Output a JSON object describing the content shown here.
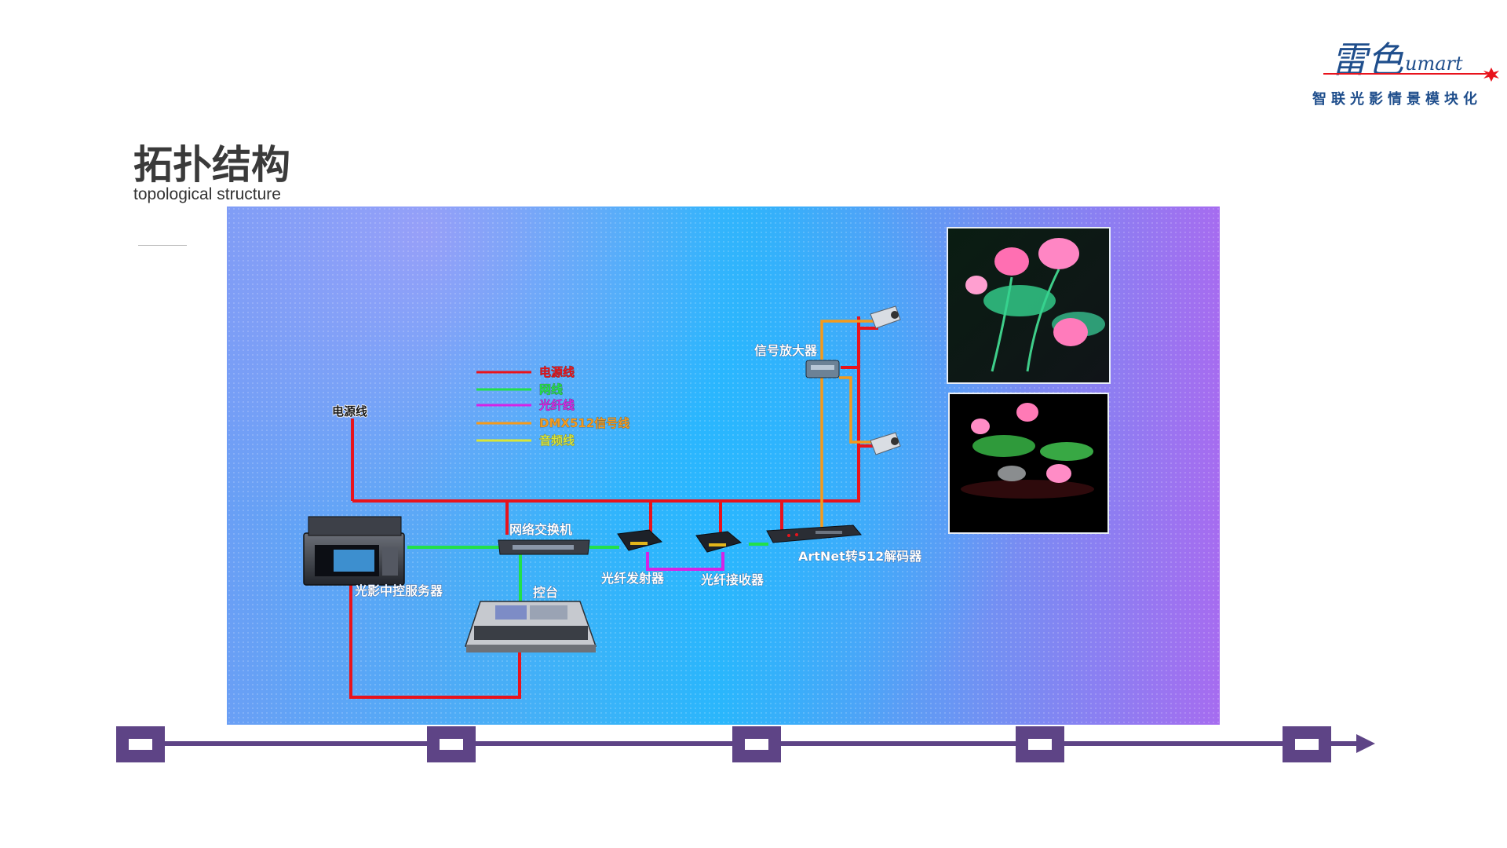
{
  "logo": {
    "brand_chinese": "雷色",
    "brand_latin": "umart",
    "tagline": "智联光影情景模块化"
  },
  "header": {
    "title": "拓扑结构",
    "subtitle": "topological structure"
  },
  "legend": [
    {
      "label": "电源线",
      "color": "#e8131c"
    },
    {
      "label": "网线",
      "color": "#22e04a"
    },
    {
      "label": "光纤线",
      "color": "#d523e6"
    },
    {
      "label": "DMX512信号线",
      "color": "#f59a1b"
    },
    {
      "label": "音频线",
      "color": "#d8e636"
    }
  ],
  "diagram": {
    "power_source_label": "电源线",
    "nodes": {
      "server": "光影中控服务器",
      "switch": "网络交换机",
      "console": "控台",
      "fiber_tx": "光纤发射器",
      "fiber_rx": "光纤接收器",
      "decoder": "ArtNet转512解码器",
      "amplifier": "信号放大器"
    },
    "colors": {
      "power": "#e8131c",
      "network": "#22e04a",
      "fiber": "#d523e6",
      "dmx": "#f59a1b",
      "audio": "#d8e636"
    }
  },
  "timeline": {
    "marker_count": 5,
    "color": "#5e4486"
  }
}
